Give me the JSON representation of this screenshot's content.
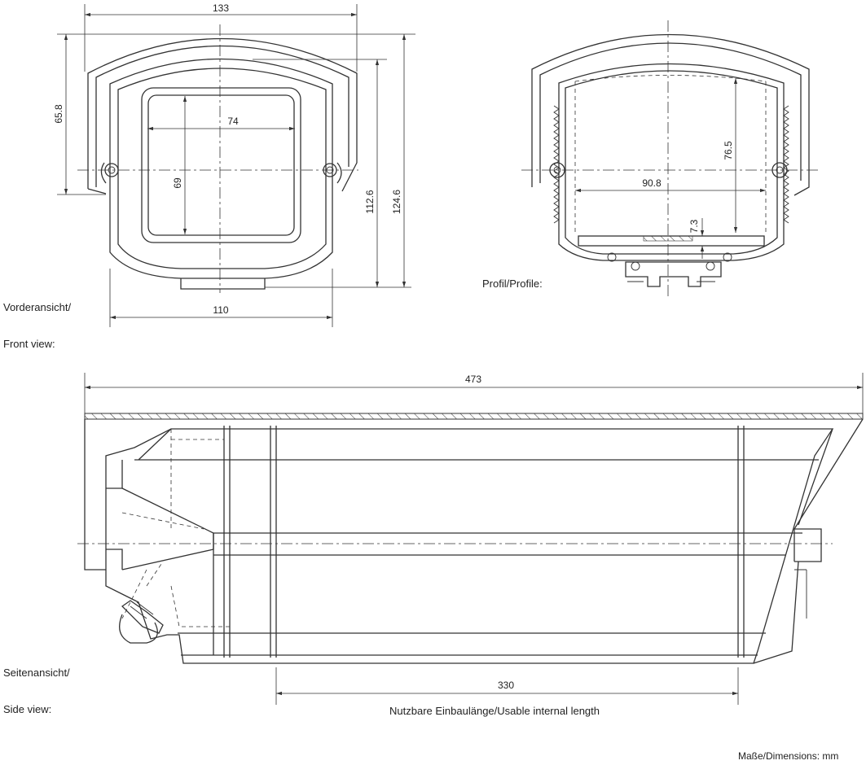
{
  "front_view": {
    "label_line1": "Vorderansicht/",
    "label_line2": "Front view:",
    "dims": {
      "width_top": "133",
      "height_left": "65.8",
      "window_width": "74",
      "window_height": "69",
      "height_inner": "112.6",
      "height_total": "124.6",
      "width_bottom": "110"
    }
  },
  "profile_view": {
    "label": "Profil/Profile:",
    "dims": {
      "height": "76.5",
      "width": "90.8",
      "offset": "7.3"
    }
  },
  "side_view": {
    "label_line1": "Seitenansicht/",
    "label_line2": "Side view:",
    "dims": {
      "length_total": "473",
      "length_internal": "330"
    },
    "internal_caption": "Nutzbare Einbaulänge/Usable internal length"
  },
  "footer": {
    "units": "Maße/Dimensions: mm"
  }
}
